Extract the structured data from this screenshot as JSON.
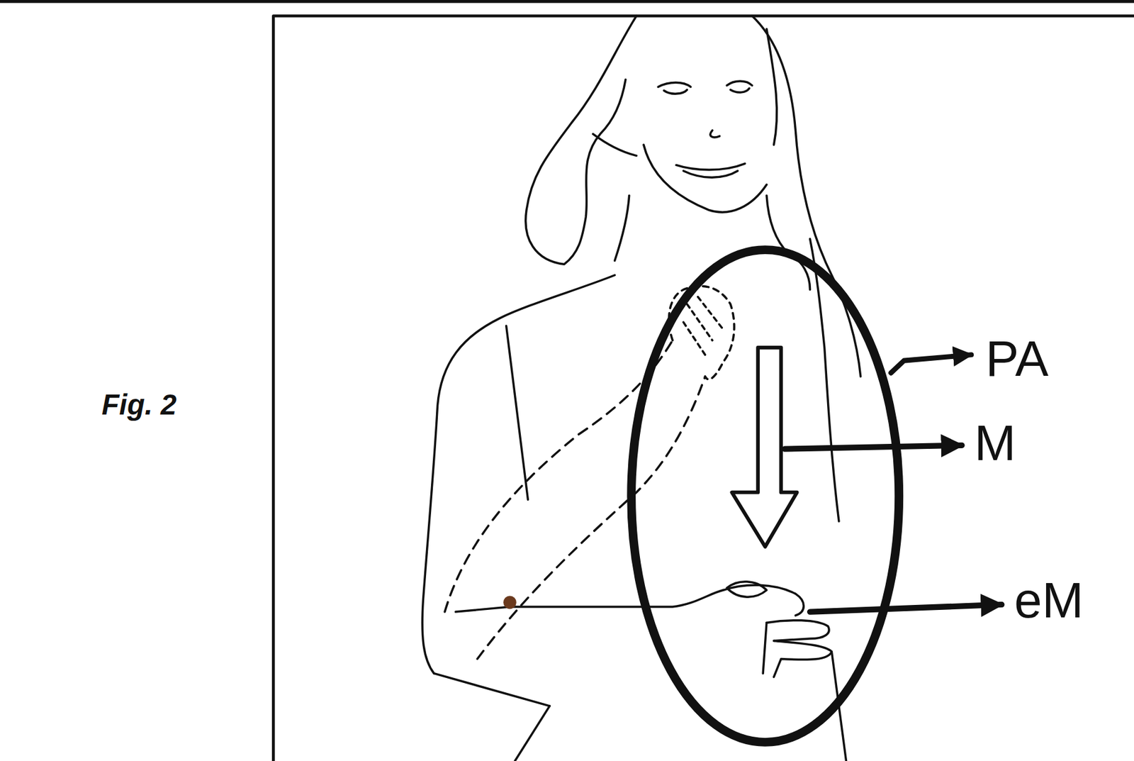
{
  "diagram": {
    "caption": "Fig. 2",
    "labels": [
      "PA",
      "M",
      "eM"
    ]
  }
}
